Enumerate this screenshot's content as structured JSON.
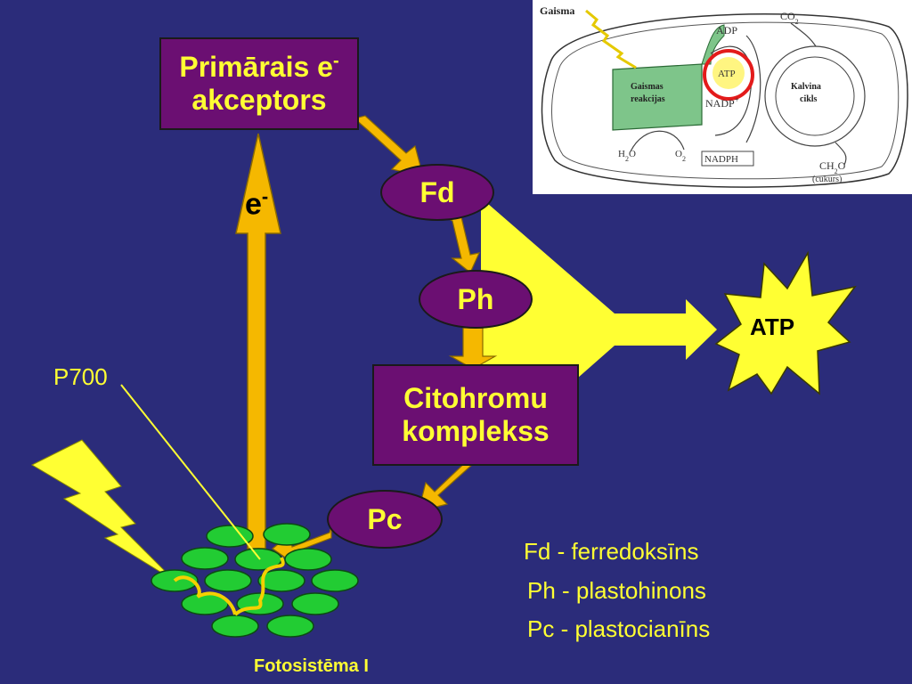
{
  "primary_acceptor": {
    "line1": "Primārais e",
    "sup": "-",
    "line2": "akceptors"
  },
  "electron_label": {
    "text": "e",
    "sup": "-"
  },
  "fd_label": "Fd",
  "ph_label": "Ph",
  "cyt_complex": {
    "line1": "Citohromu",
    "line2": "komplekss"
  },
  "pc_label": "Pc",
  "atp_label": "ATP",
  "p700_label": "P700",
  "photosystem_label": "Fotosistēma I",
  "legend": [
    "Fd - ferredoksīns",
    "Ph - plastohinons",
    "Pc - plastocianīns"
  ],
  "inset": {
    "gaisma": "Gaisma",
    "adp": "ADP",
    "co2": "CO",
    "co2_sub": "2",
    "atp": "ATP",
    "gaismas_reakcijas_1": "Gaismas",
    "gaismas_reakcijas_2": "reakcijas",
    "nadp": "NADP",
    "nadp_sup": "+",
    "kalvina_1": "Kalvina",
    "kalvina_2": "cikls",
    "h2o_h": "H",
    "h2o_sub": "2",
    "h2o_o": "O",
    "o2": "O",
    "o2_sub": "2",
    "nadph": "NADPH",
    "ch2o_ch": "CH",
    "ch2o_sub": "2",
    "ch2o_o": "O",
    "cukurs": "(cukurs)"
  },
  "colors": {
    "background": "#2b2c7a",
    "arrow_fill": "#f5b800",
    "box_fill": "#6b0f72",
    "text_yellow": "#ffff33",
    "lightning": "#ffff33",
    "chlorophyll_green": "#22cc33",
    "atp_star": "#ffff33",
    "highlight_circle": "#e31b1b"
  }
}
